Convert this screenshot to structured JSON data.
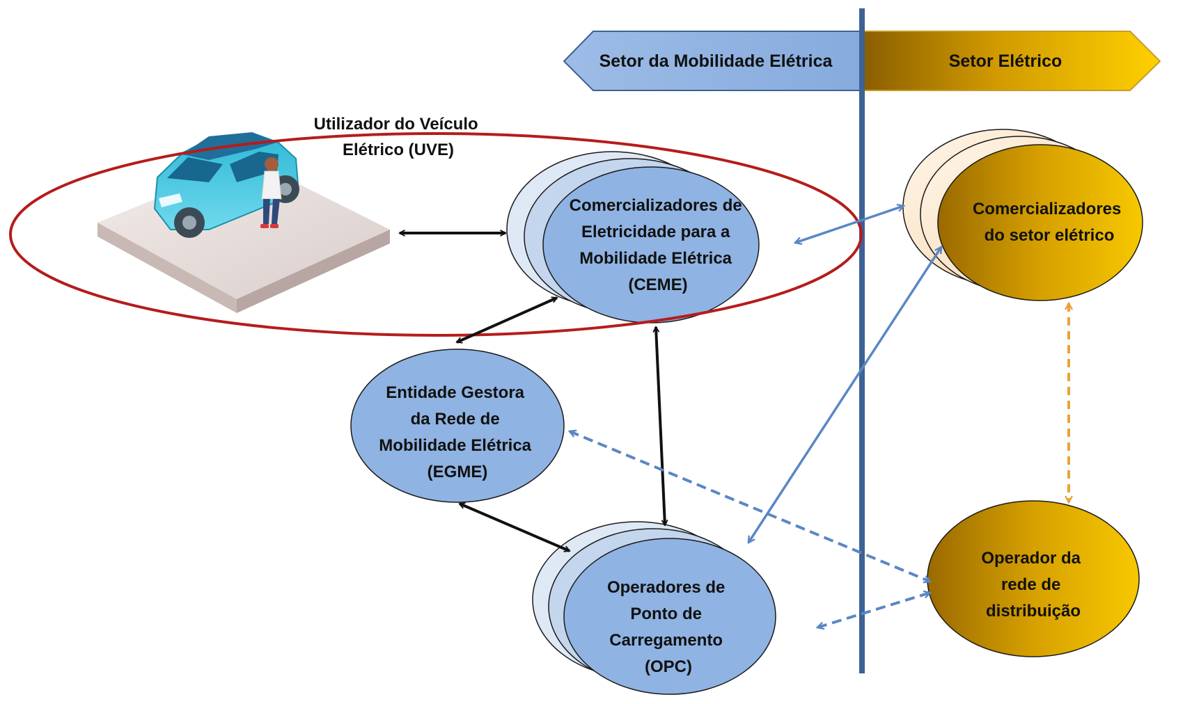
{
  "banners": {
    "left": "Setor da Mobilidade Elétrica",
    "right": "Setor Elétrico"
  },
  "uve": {
    "line1": "Utilizador do Veículo",
    "line2": "Elétrico (UVE)"
  },
  "nodes": {
    "ceme": [
      "Comercializadores de",
      "Eletricidade para a",
      "Mobilidade Elétrica",
      "(CEME)"
    ],
    "egme": [
      "Entidade Gestora",
      "da Rede de",
      "Mobilidade Elétrica",
      "(EGME)"
    ],
    "opc": [
      "Operadores de",
      "Ponto de",
      "Carregamento",
      "(OPC)"
    ],
    "comercializadores": [
      "Comercializadores",
      "do setor elétrico"
    ],
    "operador": [
      "Operador da",
      "rede de",
      "distribuição"
    ]
  },
  "colors": {
    "mobility_blue": "#8fb3e2",
    "ellipse_stroke": "#1a1a1a",
    "divider": "#3d6294",
    "connector_blue": "#5a87c4",
    "connector_orange": "#e8a33a",
    "highlight_red": "#b51c1c",
    "gold_light": "#f5c800",
    "gold_dark": "#a07000"
  },
  "icons": {
    "vehicle": "electric-car-with-user-icon"
  }
}
